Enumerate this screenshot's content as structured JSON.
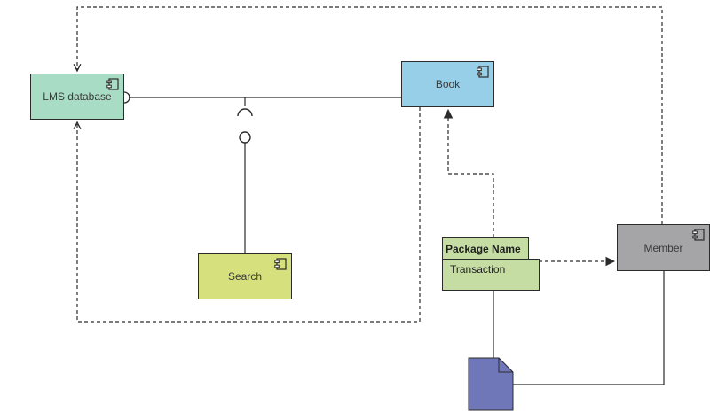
{
  "diagram": {
    "components": {
      "lms_database": {
        "label": "LMS database",
        "color": "#a8dcc4"
      },
      "book": {
        "label": "Book",
        "color": "#97cfe8"
      },
      "search": {
        "label": "Search",
        "color": "#d6e07d"
      },
      "member": {
        "label": "Member",
        "color": "#a5a5a7"
      }
    },
    "package": {
      "name": "Package Name",
      "label": "Transaction",
      "color": "#c5dda3"
    },
    "artifact": {
      "color": "#6f77b8"
    },
    "line_color": "#2b2b2b"
  }
}
